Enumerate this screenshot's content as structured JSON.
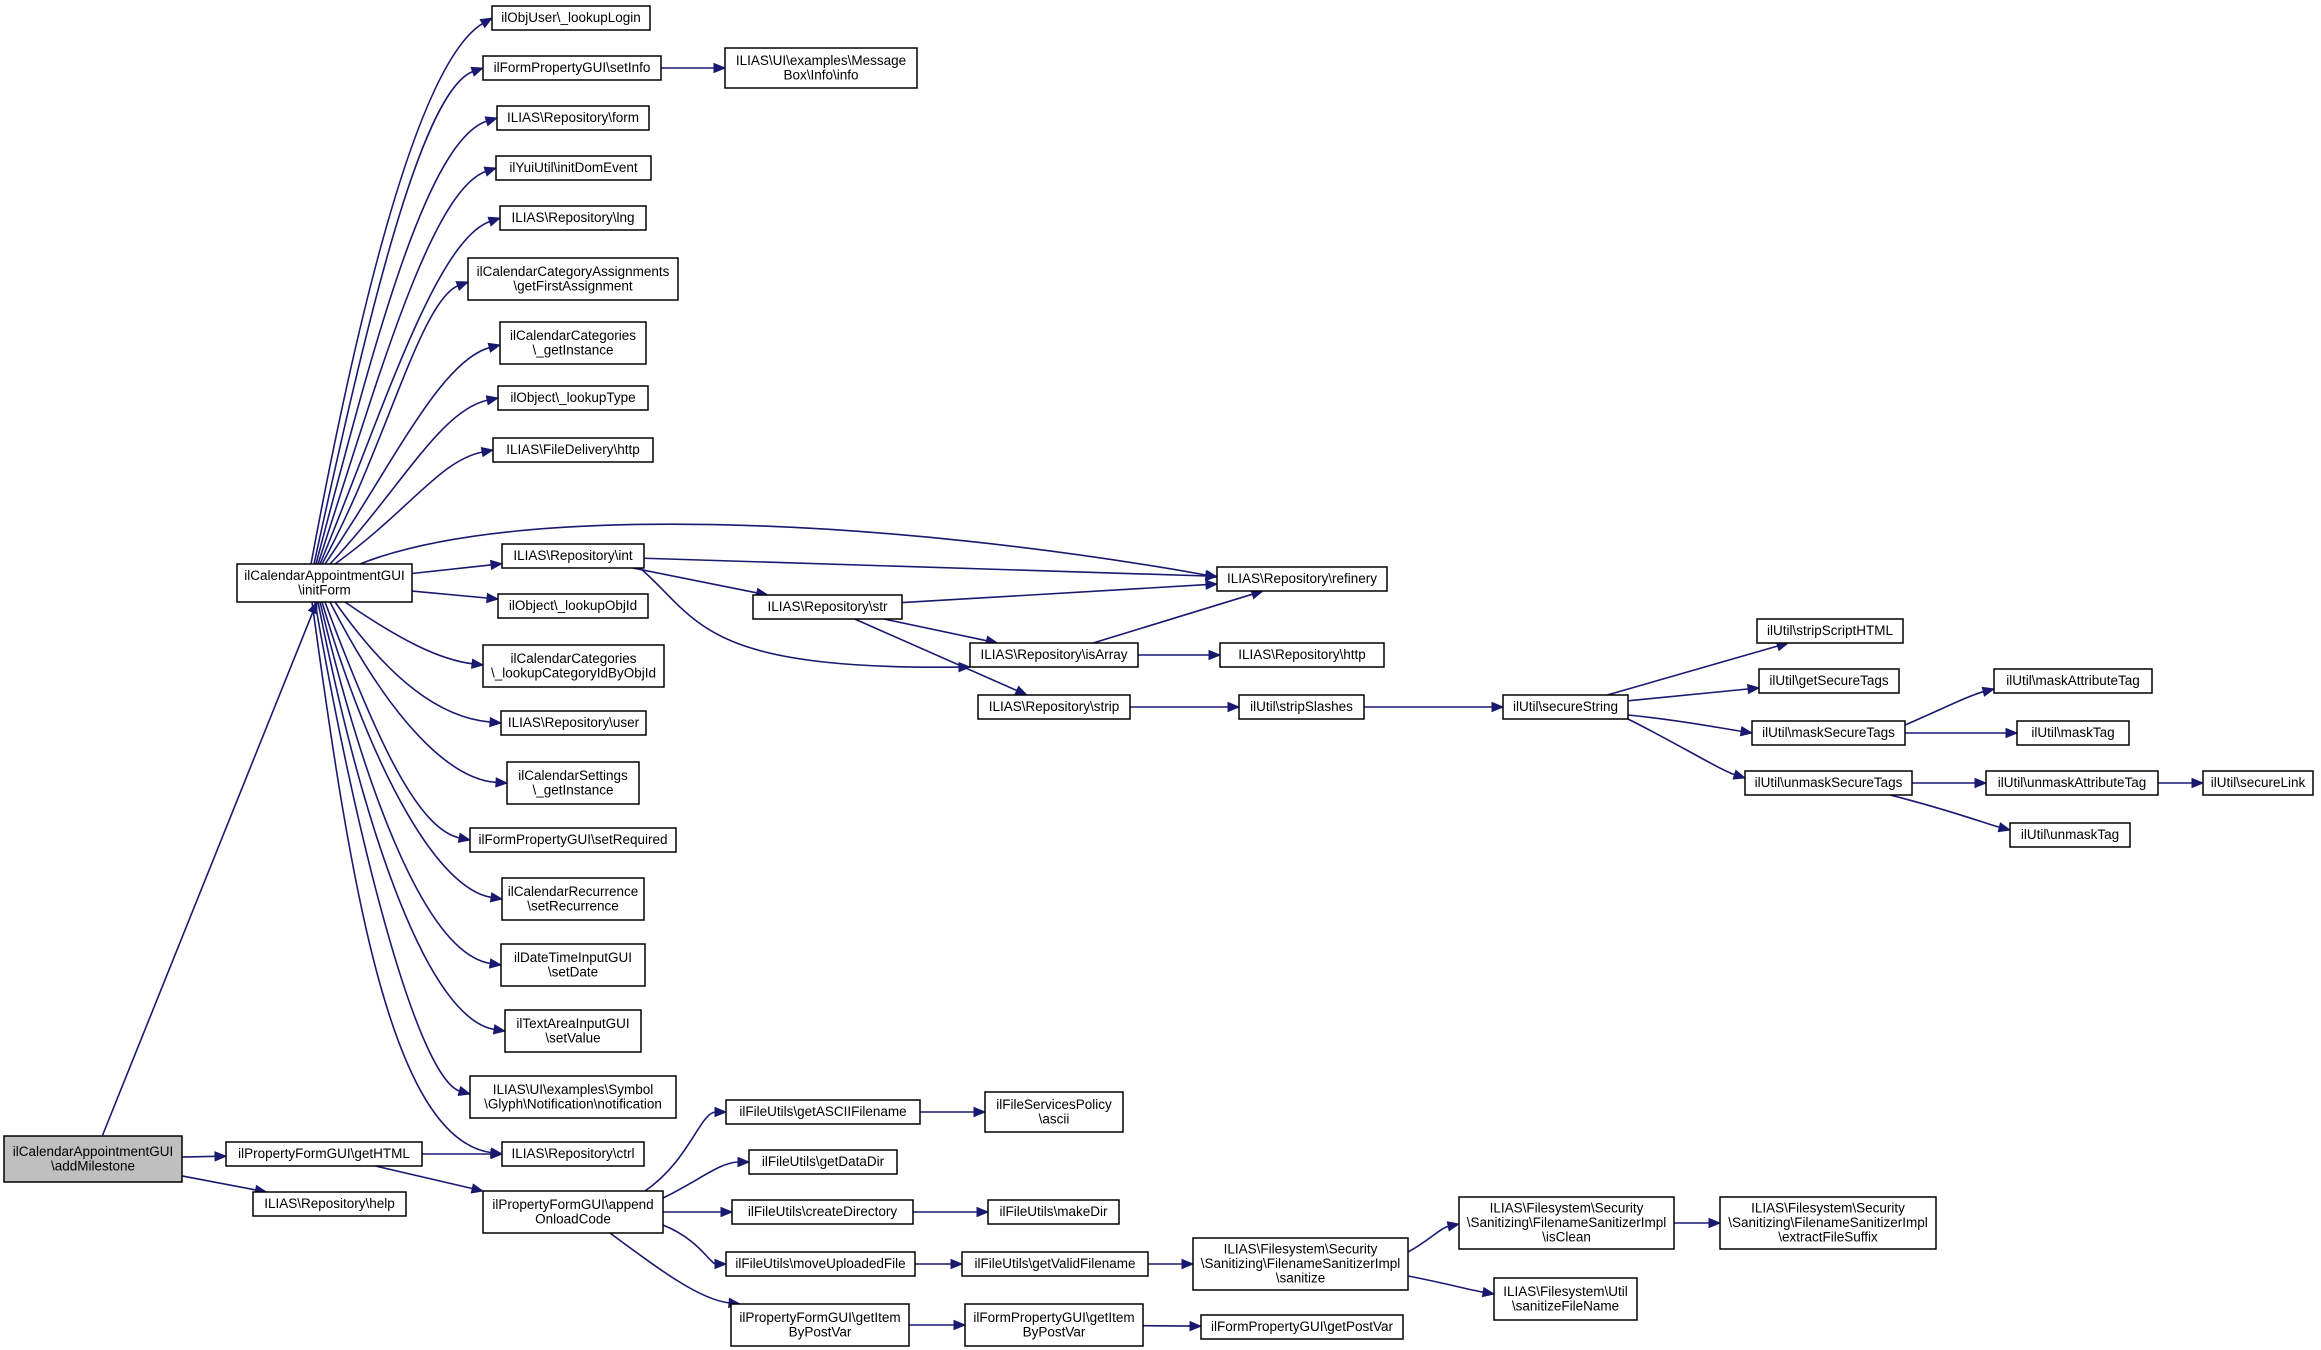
{
  "graph": {
    "nodes": [
      {
        "id": "root",
        "lines": [
          "ilCalendarAppointmentGUI",
          "\\addMilestone"
        ],
        "root": true
      },
      {
        "id": "initForm",
        "lines": [
          "ilCalendarAppointmentGUI",
          "\\initForm"
        ]
      },
      {
        "id": "getHTML",
        "lines": [
          "ilPropertyFormGUI\\getHTML"
        ]
      },
      {
        "id": "help",
        "lines": [
          "ILIAS\\Repository\\help"
        ]
      },
      {
        "id": "lookupLogin",
        "lines": [
          "ilObjUser\\_lookupLogin"
        ]
      },
      {
        "id": "setInfo",
        "lines": [
          "ilFormPropertyGUI\\setInfo"
        ]
      },
      {
        "id": "msgInfo",
        "lines": [
          "ILIAS\\UI\\examples\\Message",
          "Box\\Info\\info"
        ]
      },
      {
        "id": "form",
        "lines": [
          "ILIAS\\Repository\\form"
        ]
      },
      {
        "id": "initDomEvent",
        "lines": [
          "ilYuiUtil\\initDomEvent"
        ]
      },
      {
        "id": "lng",
        "lines": [
          "ILIAS\\Repository\\lng"
        ]
      },
      {
        "id": "getFirstAssignment",
        "lines": [
          "ilCalendarCategoryAssignments",
          "\\getFirstAssignment"
        ]
      },
      {
        "id": "catGetInstance",
        "lines": [
          "ilCalendarCategories",
          "\\_getInstance"
        ]
      },
      {
        "id": "lookupType",
        "lines": [
          "ilObject\\_lookupType"
        ]
      },
      {
        "id": "fdHttp",
        "lines": [
          "ILIAS\\FileDelivery\\http"
        ]
      },
      {
        "id": "int",
        "lines": [
          "ILIAS\\Repository\\int"
        ]
      },
      {
        "id": "lookupObjId",
        "lines": [
          "ilObject\\_lookupObjId"
        ]
      },
      {
        "id": "lookupCategoryId",
        "lines": [
          "ilCalendarCategories",
          "\\_lookupCategoryIdByObjId"
        ]
      },
      {
        "id": "user",
        "lines": [
          "ILIAS\\Repository\\user"
        ]
      },
      {
        "id": "settingsGetInstance",
        "lines": [
          "ilCalendarSettings",
          "\\_getInstance"
        ]
      },
      {
        "id": "setRequired",
        "lines": [
          "ilFormPropertyGUI\\setRequired"
        ]
      },
      {
        "id": "setRecurrence",
        "lines": [
          "ilCalendarRecurrence",
          "\\setRecurrence"
        ]
      },
      {
        "id": "setDate",
        "lines": [
          "ilDateTimeInputGUI",
          "\\setDate"
        ]
      },
      {
        "id": "setValue",
        "lines": [
          "ilTextAreaInputGUI",
          "\\setValue"
        ]
      },
      {
        "id": "notification",
        "lines": [
          "ILIAS\\UI\\examples\\Symbol",
          "\\Glyph\\Notification\\notification"
        ]
      },
      {
        "id": "ctrl",
        "lines": [
          "ILIAS\\Repository\\ctrl"
        ]
      },
      {
        "id": "refinery",
        "lines": [
          "ILIAS\\Repository\\refinery"
        ]
      },
      {
        "id": "str",
        "lines": [
          "ILIAS\\Repository\\str"
        ]
      },
      {
        "id": "isArray",
        "lines": [
          "ILIAS\\Repository\\isArray"
        ]
      },
      {
        "id": "strip",
        "lines": [
          "ILIAS\\Repository\\strip"
        ]
      },
      {
        "id": "repoHttp",
        "lines": [
          "ILIAS\\Repository\\http"
        ]
      },
      {
        "id": "stripSlashes",
        "lines": [
          "ilUtil\\stripSlashes"
        ]
      },
      {
        "id": "secureString",
        "lines": [
          "ilUtil\\secureString"
        ]
      },
      {
        "id": "stripScriptHTML",
        "lines": [
          "ilUtil\\stripScriptHTML"
        ]
      },
      {
        "id": "getSecureTags",
        "lines": [
          "ilUtil\\getSecureTags"
        ]
      },
      {
        "id": "maskSecureTags",
        "lines": [
          "ilUtil\\maskSecureTags"
        ]
      },
      {
        "id": "unmaskSecureTags",
        "lines": [
          "ilUtil\\unmaskSecureTags"
        ]
      },
      {
        "id": "maskAttributeTag",
        "lines": [
          "ilUtil\\maskAttributeTag"
        ]
      },
      {
        "id": "maskTag",
        "lines": [
          "ilUtil\\maskTag"
        ]
      },
      {
        "id": "unmaskAttributeTag",
        "lines": [
          "ilUtil\\unmaskAttributeTag"
        ]
      },
      {
        "id": "secureLink",
        "lines": [
          "ilUtil\\secureLink"
        ]
      },
      {
        "id": "unmaskTag",
        "lines": [
          "ilUtil\\unmaskTag"
        ]
      },
      {
        "id": "appendOnload",
        "lines": [
          "ilPropertyFormGUI\\append",
          "OnloadCode"
        ]
      },
      {
        "id": "getASCII",
        "lines": [
          "ilFileUtils\\getASCIIFilename"
        ]
      },
      {
        "id": "ascii",
        "lines": [
          "ilFileServicesPolicy",
          "\\ascii"
        ]
      },
      {
        "id": "getDataDir",
        "lines": [
          "ilFileUtils\\getDataDir"
        ]
      },
      {
        "id": "createDirectory",
        "lines": [
          "ilFileUtils\\createDirectory"
        ]
      },
      {
        "id": "makeDir",
        "lines": [
          "ilFileUtils\\makeDir"
        ]
      },
      {
        "id": "moveUploaded",
        "lines": [
          "ilFileUtils\\moveUploadedFile"
        ]
      },
      {
        "id": "getValidFilename",
        "lines": [
          "ilFileUtils\\getValidFilename"
        ]
      },
      {
        "id": "sanitize",
        "lines": [
          "ILIAS\\Filesystem\\Security",
          "\\Sanitizing\\FilenameSanitizerImpl",
          "\\sanitize"
        ]
      },
      {
        "id": "isClean",
        "lines": [
          "ILIAS\\Filesystem\\Security",
          "\\Sanitizing\\FilenameSanitizerImpl",
          "\\isClean"
        ]
      },
      {
        "id": "extractSuffix",
        "lines": [
          "ILIAS\\Filesystem\\Security",
          "\\Sanitizing\\FilenameSanitizerImpl",
          "\\extractFileSuffix"
        ]
      },
      {
        "id": "sanitizeFileName",
        "lines": [
          "ILIAS\\Filesystem\\Util",
          "\\sanitizeFileName"
        ]
      },
      {
        "id": "pfGetItem",
        "lines": [
          "ilPropertyFormGUI\\getItem",
          "ByPostVar"
        ]
      },
      {
        "id": "fpGetItem",
        "lines": [
          "ilFormPropertyGUI\\getItem",
          "ByPostVar"
        ]
      },
      {
        "id": "getPostVar",
        "lines": [
          "ilFormPropertyGUI\\getPostVar"
        ]
      }
    ],
    "edges": [
      [
        "root",
        "initForm"
      ],
      [
        "root",
        "getHTML"
      ],
      [
        "root",
        "help"
      ],
      [
        "initForm",
        "lookupLogin"
      ],
      [
        "initForm",
        "setInfo"
      ],
      [
        "initForm",
        "form"
      ],
      [
        "initForm",
        "initDomEvent"
      ],
      [
        "initForm",
        "lng"
      ],
      [
        "initForm",
        "getFirstAssignment"
      ],
      [
        "initForm",
        "catGetInstance"
      ],
      [
        "initForm",
        "lookupType"
      ],
      [
        "initForm",
        "fdHttp"
      ],
      [
        "initForm",
        "refinery"
      ],
      [
        "initForm",
        "int"
      ],
      [
        "initForm",
        "lookupObjId"
      ],
      [
        "initForm",
        "lookupCategoryId"
      ],
      [
        "initForm",
        "user"
      ],
      [
        "initForm",
        "settingsGetInstance"
      ],
      [
        "initForm",
        "setRequired"
      ],
      [
        "initForm",
        "setRecurrence"
      ],
      [
        "initForm",
        "setDate"
      ],
      [
        "initForm",
        "setValue"
      ],
      [
        "initForm",
        "notification"
      ],
      [
        "initForm",
        "ctrl"
      ],
      [
        "setInfo",
        "msgInfo"
      ],
      [
        "int",
        "refinery"
      ],
      [
        "int",
        "str"
      ],
      [
        "int",
        "isArray"
      ],
      [
        "str",
        "refinery"
      ],
      [
        "str",
        "isArray"
      ],
      [
        "str",
        "strip"
      ],
      [
        "isArray",
        "refinery"
      ],
      [
        "isArray",
        "repoHttp"
      ],
      [
        "strip",
        "stripSlashes"
      ],
      [
        "stripSlashes",
        "secureString"
      ],
      [
        "secureString",
        "stripScriptHTML"
      ],
      [
        "secureString",
        "getSecureTags"
      ],
      [
        "secureString",
        "maskSecureTags"
      ],
      [
        "secureString",
        "unmaskSecureTags"
      ],
      [
        "maskSecureTags",
        "maskAttributeTag"
      ],
      [
        "maskSecureTags",
        "maskTag"
      ],
      [
        "unmaskSecureTags",
        "unmaskAttributeTag"
      ],
      [
        "unmaskSecureTags",
        "unmaskTag"
      ],
      [
        "unmaskAttributeTag",
        "secureLink"
      ],
      [
        "getHTML",
        "ctrl"
      ],
      [
        "getHTML",
        "appendOnload"
      ],
      [
        "appendOnload",
        "getASCII"
      ],
      [
        "appendOnload",
        "getDataDir"
      ],
      [
        "appendOnload",
        "createDirectory"
      ],
      [
        "appendOnload",
        "moveUploaded"
      ],
      [
        "appendOnload",
        "pfGetItem"
      ],
      [
        "getASCII",
        "ascii"
      ],
      [
        "createDirectory",
        "makeDir"
      ],
      [
        "moveUploaded",
        "getValidFilename"
      ],
      [
        "getValidFilename",
        "sanitize"
      ],
      [
        "sanitize",
        "isClean"
      ],
      [
        "sanitize",
        "sanitizeFileName"
      ],
      [
        "isClean",
        "extractSuffix"
      ],
      [
        "pfGetItem",
        "fpGetItem"
      ],
      [
        "fpGetItem",
        "getPostVar"
      ]
    ]
  }
}
